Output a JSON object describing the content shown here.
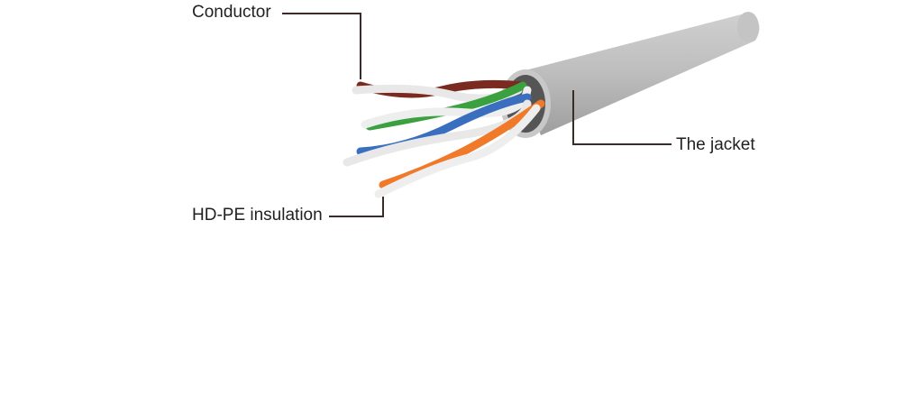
{
  "labels": {
    "conductor": "Conductor",
    "insulation": "HD-PE insulation",
    "jacket": "The jacket"
  },
  "colors": {
    "jacket": "#b8b8b8",
    "brown": "#7a2a1e",
    "green": "#3aa040",
    "blue": "#3a6fc0",
    "orange": "#f07a2a",
    "leader": "#3a2a28"
  }
}
